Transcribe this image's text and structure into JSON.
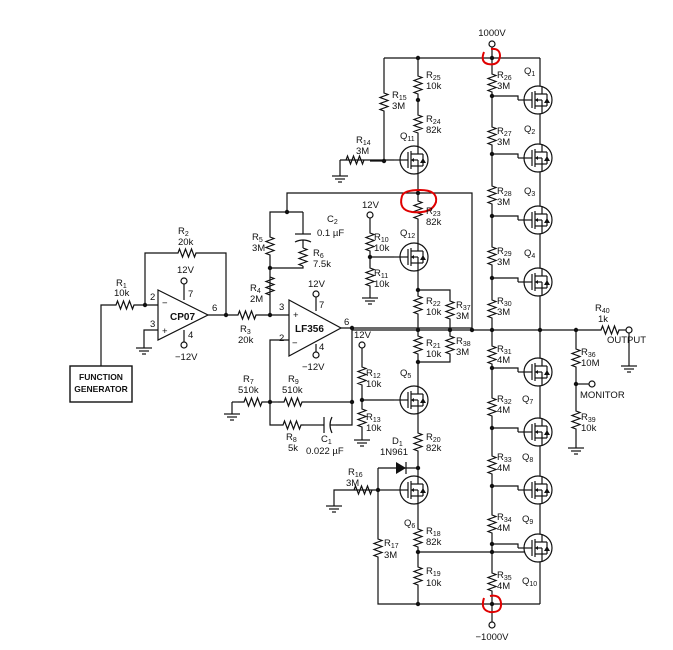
{
  "supply": {
    "pos": "1000V",
    "neg": "−1000V"
  },
  "blocks": {
    "function_generator": [
      "FUNCTION",
      "GENERATOR"
    ],
    "output": "OUTPUT",
    "monitor": "MONITOR"
  },
  "opamps": [
    {
      "name": "CP07",
      "plus": "+",
      "minus": "−",
      "p2": "2",
      "p3": "3",
      "p4": "4",
      "p6": "6",
      "p7": "7",
      "vpos": "12V",
      "vneg": "−12V"
    },
    {
      "name": "LF356",
      "plus": "+",
      "minus": "−",
      "p2": "2",
      "p3": "3",
      "p4": "4",
      "p6": "6",
      "p7": "7",
      "vpos": "12V",
      "vneg": "−12V"
    }
  ],
  "resistors": [
    {
      "ref": "R",
      "sub": "1",
      "value": "10k"
    },
    {
      "ref": "R",
      "sub": "2",
      "value": "20k"
    },
    {
      "ref": "R",
      "sub": "3",
      "value": "20k"
    },
    {
      "ref": "R",
      "sub": "4",
      "value": "2M"
    },
    {
      "ref": "R",
      "sub": "5",
      "value": "3M"
    },
    {
      "ref": "R",
      "sub": "6",
      "value": "7.5k"
    },
    {
      "ref": "R",
      "sub": "7",
      "value": "510k"
    },
    {
      "ref": "R",
      "sub": "8",
      "value": "5k"
    },
    {
      "ref": "R",
      "sub": "9",
      "value": "510k"
    },
    {
      "ref": "R",
      "sub": "10",
      "value": "10k"
    },
    {
      "ref": "R",
      "sub": "11",
      "value": "10k"
    },
    {
      "ref": "R",
      "sub": "12",
      "value": "10k"
    },
    {
      "ref": "R",
      "sub": "13",
      "value": "10k"
    },
    {
      "ref": "R",
      "sub": "14",
      "value": "3M"
    },
    {
      "ref": "R",
      "sub": "15",
      "value": "3M"
    },
    {
      "ref": "R",
      "sub": "16",
      "value": "3M"
    },
    {
      "ref": "R",
      "sub": "17",
      "value": "3M"
    },
    {
      "ref": "R",
      "sub": "18",
      "value": "82k"
    },
    {
      "ref": "R",
      "sub": "19",
      "value": "10k"
    },
    {
      "ref": "R",
      "sub": "20",
      "value": "82k"
    },
    {
      "ref": "R",
      "sub": "21",
      "value": "10k"
    },
    {
      "ref": "R",
      "sub": "22",
      "value": "10k"
    },
    {
      "ref": "R",
      "sub": "23",
      "value": "82k"
    },
    {
      "ref": "R",
      "sub": "24",
      "value": "82k"
    },
    {
      "ref": "R",
      "sub": "25",
      "value": "10k"
    },
    {
      "ref": "R",
      "sub": "26",
      "value": "3M"
    },
    {
      "ref": "R",
      "sub": "27",
      "value": "3M"
    },
    {
      "ref": "R",
      "sub": "28",
      "value": "3M"
    },
    {
      "ref": "R",
      "sub": "29",
      "value": "3M"
    },
    {
      "ref": "R",
      "sub": "30",
      "value": "3M"
    },
    {
      "ref": "R",
      "sub": "31",
      "value": "4M"
    },
    {
      "ref": "R",
      "sub": "32",
      "value": "4M"
    },
    {
      "ref": "R",
      "sub": "33",
      "value": "4M"
    },
    {
      "ref": "R",
      "sub": "34",
      "value": "4M"
    },
    {
      "ref": "R",
      "sub": "35",
      "value": "4M"
    },
    {
      "ref": "R",
      "sub": "36",
      "value": "10M"
    },
    {
      "ref": "R",
      "sub": "37",
      "value": "3M"
    },
    {
      "ref": "R",
      "sub": "38",
      "value": "3M"
    },
    {
      "ref": "R",
      "sub": "39",
      "value": "10k"
    },
    {
      "ref": "R",
      "sub": "40",
      "value": "1k"
    }
  ],
  "capacitors": [
    {
      "ref": "C",
      "sub": "1",
      "value": "0.022 µF"
    },
    {
      "ref": "C",
      "sub": "2",
      "value": "0.1 µF"
    }
  ],
  "diode": {
    "ref": "D",
    "sub": "1",
    "part": "1N961"
  },
  "transistors": [
    {
      "ref": "Q",
      "sub": "1"
    },
    {
      "ref": "Q",
      "sub": "2"
    },
    {
      "ref": "Q",
      "sub": "3"
    },
    {
      "ref": "Q",
      "sub": "4"
    },
    {
      "ref": "Q",
      "sub": "5"
    },
    {
      "ref": "Q",
      "sub": "6"
    },
    {
      "ref": "Q",
      "sub": "7"
    },
    {
      "ref": "Q",
      "sub": "8"
    },
    {
      "ref": "Q",
      "sub": "9"
    },
    {
      "ref": "Q",
      "sub": "10"
    },
    {
      "ref": "Q",
      "sub": "11"
    },
    {
      "ref": "Q",
      "sub": "12"
    }
  ],
  "rails": [
    {
      "label": "12V"
    },
    {
      "label": "12V"
    }
  ],
  "highlight_color": "#e00000"
}
